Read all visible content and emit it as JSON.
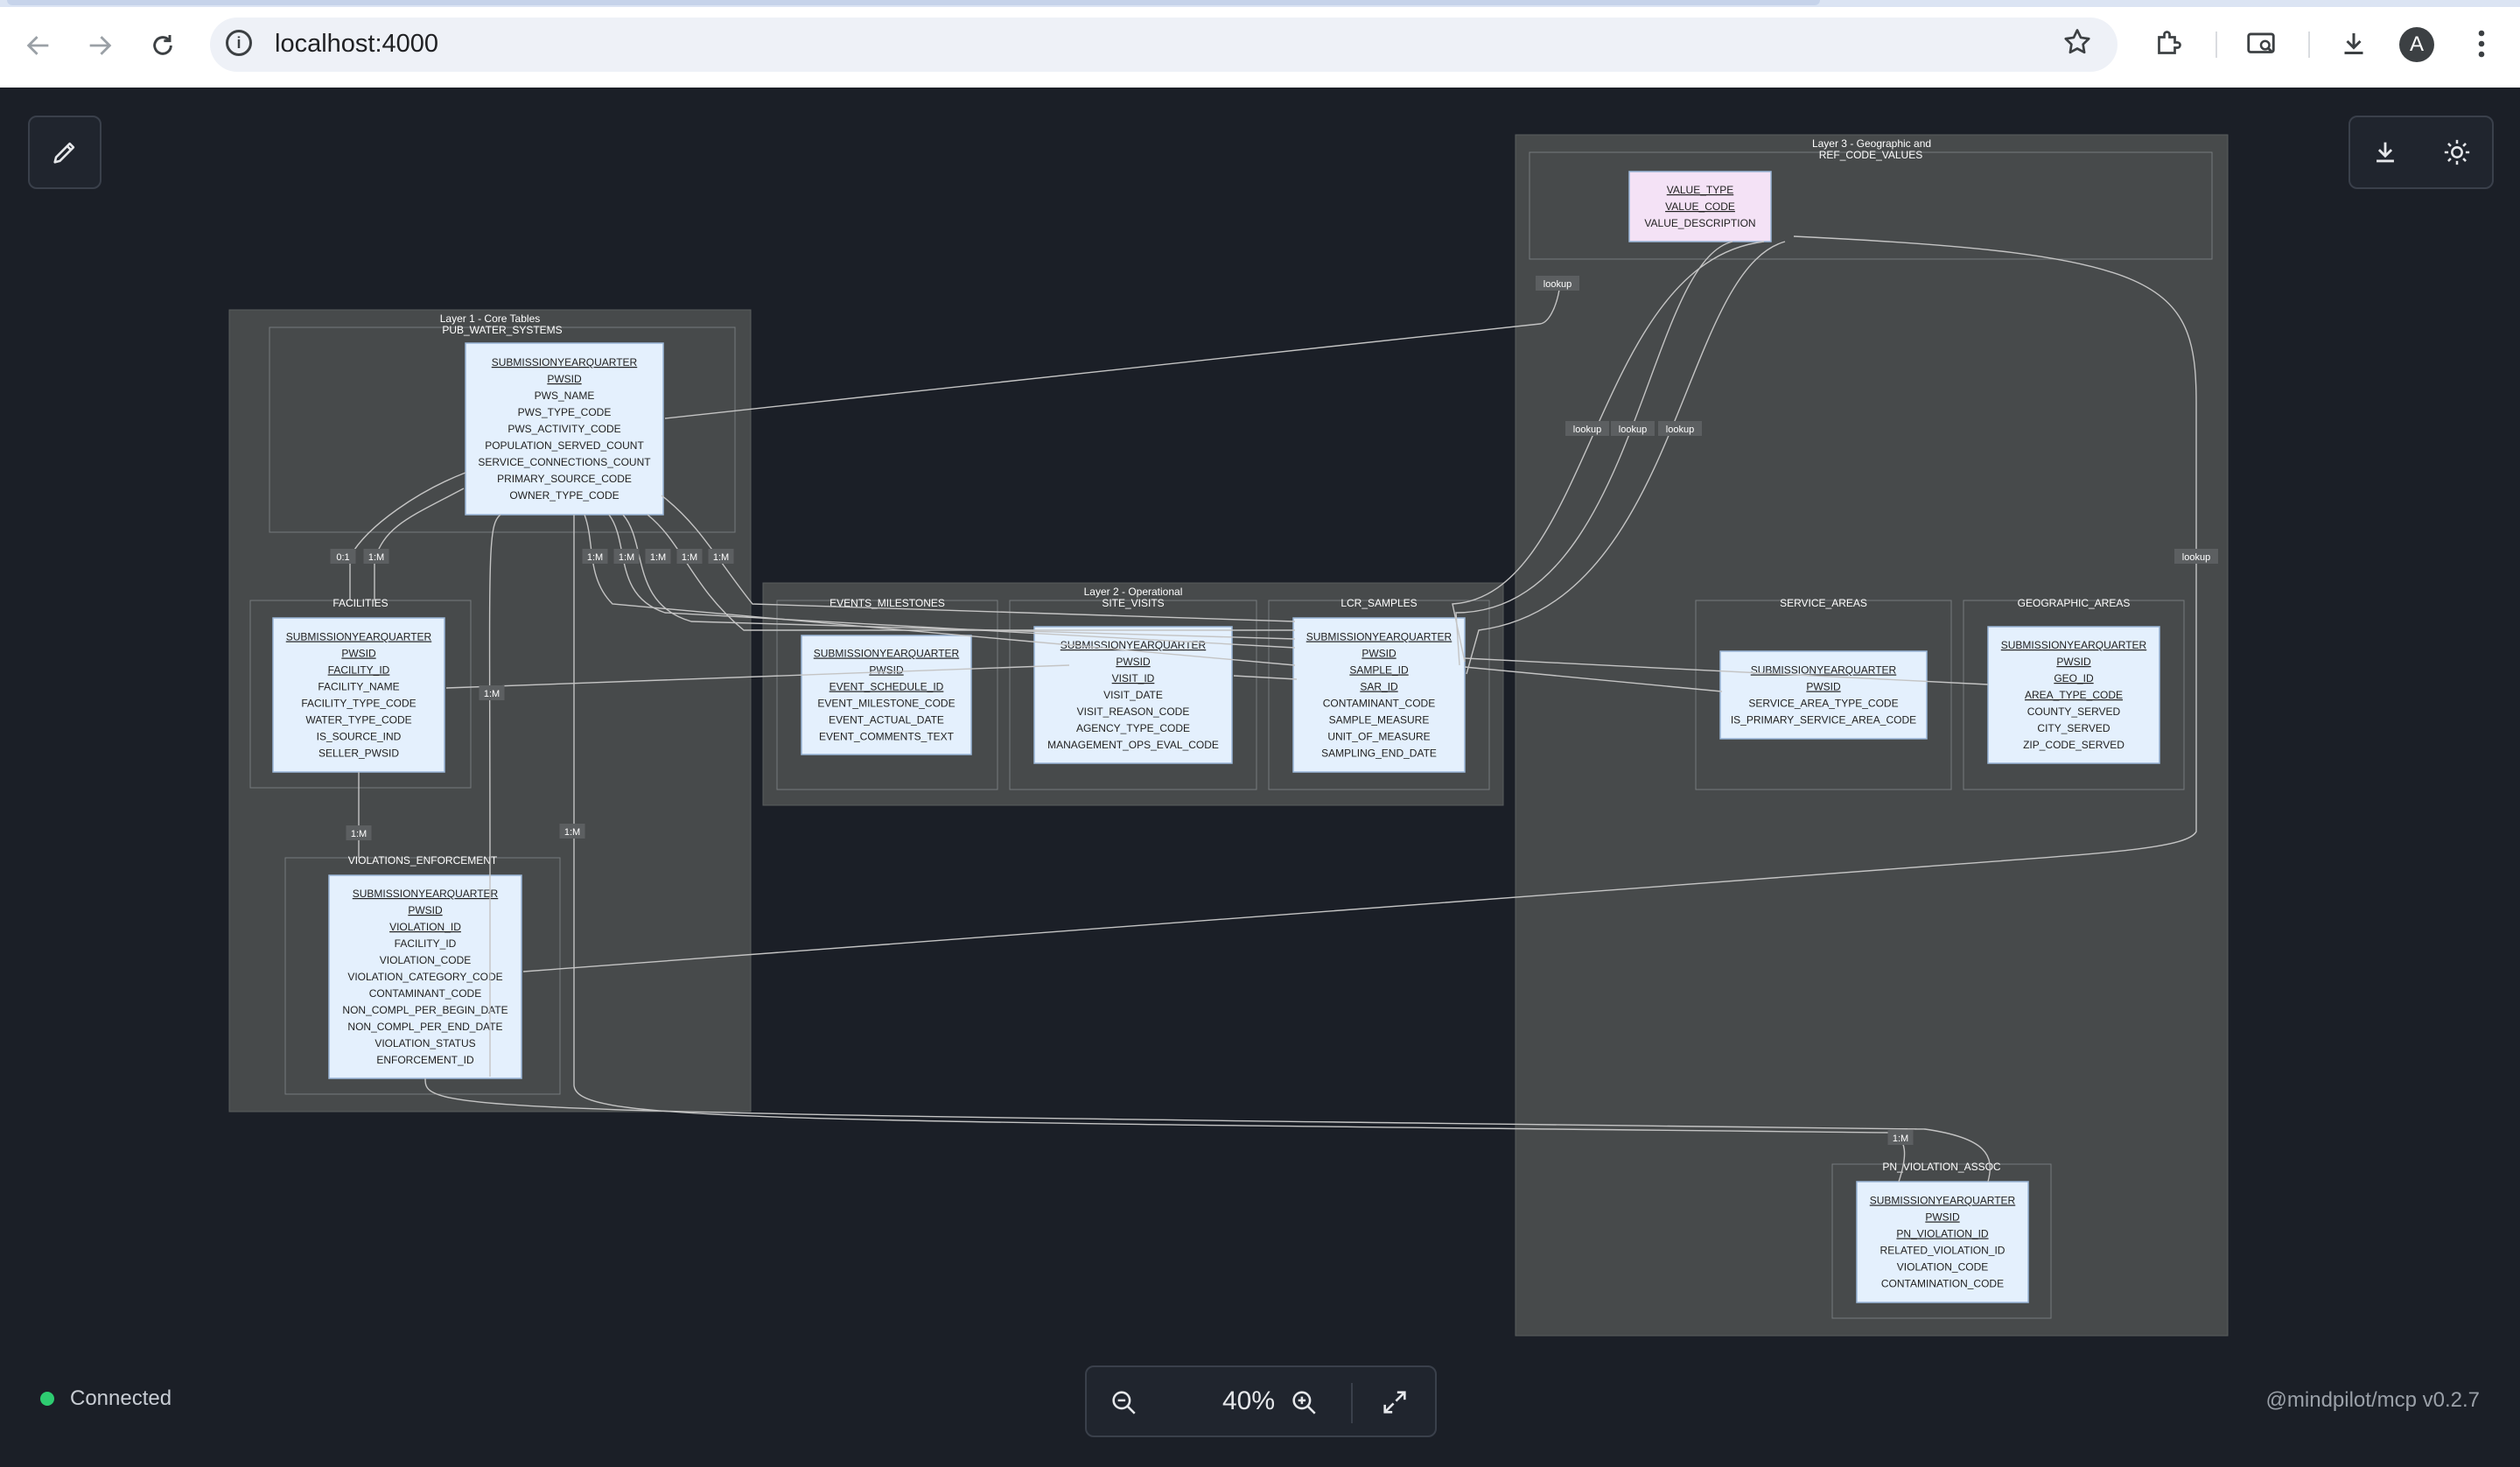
{
  "browser": {
    "url": "localhost:4000",
    "profile_initial": "A",
    "icons": [
      "back-icon",
      "forward-icon",
      "reload-icon",
      "site-info-icon",
      "bookmark-star-icon",
      "extensions-icon",
      "cast-icon",
      "download-icon",
      "profile-avatar",
      "menu-kebab-icon"
    ]
  },
  "toolbar": {
    "edit_icon": "pencil-icon",
    "download_icon": "download-icon",
    "theme_icon": "sun-icon"
  },
  "zoom": {
    "level": "40%",
    "zoom_out_icon": "zoom-out-icon",
    "zoom_in_icon": "zoom-in-icon",
    "fullscreen_icon": "expand-icon"
  },
  "status": {
    "text": "Connected",
    "color": "#2ecc71"
  },
  "version": "@mindpilot/mcp v0.2.7",
  "colors": {
    "background": "#1b1f27",
    "layer_fill": "#474a4b",
    "entity_fill": "#e4f0fd",
    "entity_highlight": "#f4e2f6",
    "edge": "#c4c4c4"
  },
  "diagram": {
    "layers": [
      {
        "title": "Layer 1 - Core Tables"
      },
      {
        "title": "Layer 2 - Operational"
      },
      {
        "title": "Layer 3 - Geographic and"
      }
    ],
    "entities": [
      {
        "name": "PUB_WATER_SYSTEMS",
        "attrs": [
          "SUBMISSIONYEARQUARTER",
          "PWSID",
          "PWS_NAME",
          "PWS_TYPE_CODE",
          "PWS_ACTIVITY_CODE",
          "POPULATION_SERVED_COUNT",
          "SERVICE_CONNECTIONS_COUNT",
          "PRIMARY_SOURCE_CODE",
          "OWNER_TYPE_CODE"
        ],
        "keys": 2
      },
      {
        "name": "FACILITIES",
        "attrs": [
          "SUBMISSIONYEARQUARTER",
          "PWSID",
          "FACILITY_ID",
          "FACILITY_NAME",
          "FACILITY_TYPE_CODE",
          "WATER_TYPE_CODE",
          "IS_SOURCE_IND",
          "SELLER_PWSID"
        ],
        "keys": 3
      },
      {
        "name": "VIOLATIONS_ENFORCEMENT",
        "attrs": [
          "SUBMISSIONYEARQUARTER",
          "PWSID",
          "VIOLATION_ID",
          "FACILITY_ID",
          "VIOLATION_CODE",
          "VIOLATION_CATEGORY_CODE",
          "CONTAMINANT_CODE",
          "NON_COMPL_PER_BEGIN_DATE",
          "NON_COMPL_PER_END_DATE",
          "VIOLATION_STATUS",
          "ENFORCEMENT_ID"
        ],
        "keys": 3
      },
      {
        "name": "EVENTS_MILESTONES",
        "attrs": [
          "SUBMISSIONYEARQUARTER",
          "PWSID",
          "EVENT_SCHEDULE_ID",
          "EVENT_MILESTONE_CODE",
          "EVENT_ACTUAL_DATE",
          "EVENT_COMMENTS_TEXT"
        ],
        "keys": 3
      },
      {
        "name": "SITE_VISITS",
        "attrs": [
          "SUBMISSIONYEARQUARTER",
          "PWSID",
          "VISIT_ID",
          "VISIT_DATE",
          "VISIT_REASON_CODE",
          "AGENCY_TYPE_CODE",
          "MANAGEMENT_OPS_EVAL_CODE"
        ],
        "keys": 3
      },
      {
        "name": "LCR_SAMPLES",
        "attrs": [
          "SUBMISSIONYEARQUARTER",
          "PWSID",
          "SAMPLE_ID",
          "SAR_ID",
          "CONTAMINANT_CODE",
          "SAMPLE_MEASURE",
          "UNIT_OF_MEASURE",
          "SAMPLING_END_DATE"
        ],
        "keys": 4
      },
      {
        "name": "REF_CODE_VALUES",
        "attrs": [
          "VALUE_TYPE",
          "VALUE_CODE",
          "VALUE_DESCRIPTION"
        ],
        "keys": 2
      },
      {
        "name": "SERVICE_AREAS",
        "attrs": [
          "SUBMISSIONYEARQUARTER",
          "PWSID",
          "SERVICE_AREA_TYPE_CODE",
          "IS_PRIMARY_SERVICE_AREA_CODE"
        ],
        "keys": 2
      },
      {
        "name": "GEOGRAPHIC_AREAS",
        "attrs": [
          "SUBMISSIONYEARQUARTER",
          "PWSID",
          "GEO_ID",
          "AREA_TYPE_CODE",
          "COUNTY_SERVED",
          "CITY_SERVED",
          "ZIP_CODE_SERVED"
        ],
        "keys": 4
      },
      {
        "name": "PN_VIOLATION_ASSOC",
        "attrs": [
          "SUBMISSIONYEARQUARTER",
          "PWSID",
          "PN_VIOLATION_ID",
          "RELATED_VIOLATION_ID",
          "VIOLATION_CODE",
          "CONTAMINATION_CODE"
        ],
        "keys": 3
      }
    ],
    "edge_labels": [
      "0:1",
      "1:M",
      "1:M",
      "1:M",
      "1:M",
      "1:M",
      "1:M",
      "1:M",
      "1:M",
      "1:M",
      "1:M",
      "lookup",
      "lookup",
      "lookup",
      "lookup",
      "lookup"
    ]
  }
}
